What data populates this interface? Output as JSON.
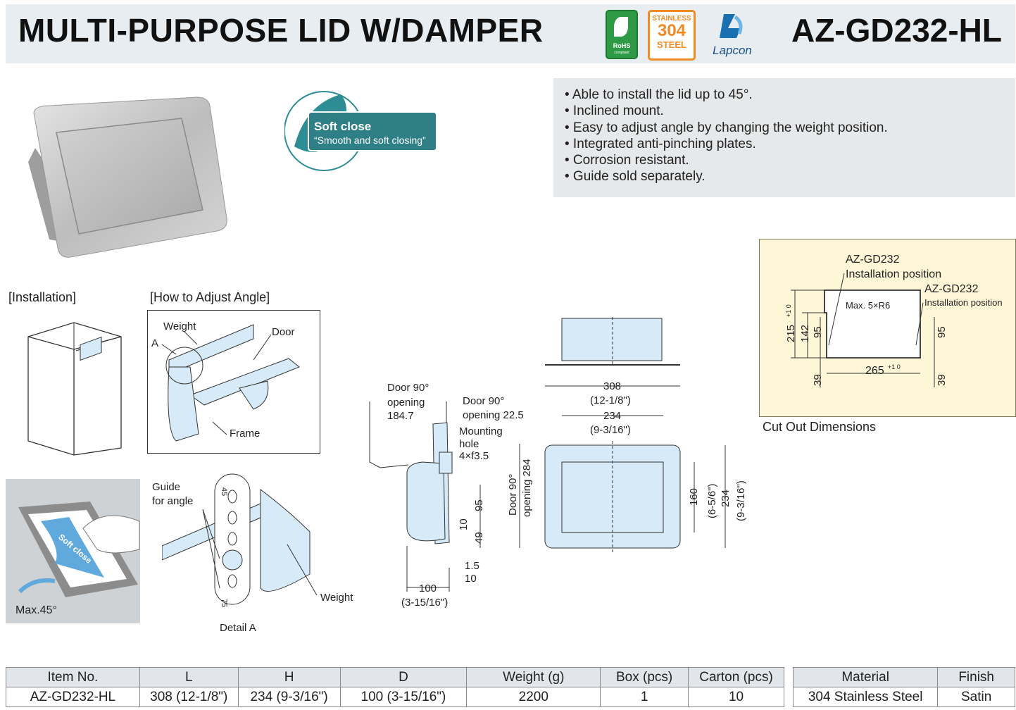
{
  "header": {
    "title": "MULTI-PURPOSE LID W/DAMPER",
    "model": "AZ-GD232-HL",
    "rohs": {
      "main": "RoHS",
      "sub": "compliant"
    },
    "stainless": {
      "top": "STAINLESS",
      "num": "304",
      "bottom": "STEEL"
    },
    "brand": "Lapcon"
  },
  "soft_close": {
    "title": "Soft close",
    "subtitle": "“Smooth and soft closing”"
  },
  "features": [
    "• Able to install the lid up to 45°.",
    "• Inclined mount.",
    "• Easy to adjust angle by changing the weight position.",
    "• Integrated anti-pinching plates.",
    "• Corrosion resistant.",
    "• Guide sold separately."
  ],
  "sections": {
    "installation": "[Installation]",
    "adjust": "[How to Adjust Angle]",
    "cutout": "Cut Out Dimensions",
    "detail": "Detail A"
  },
  "adjust_labels": {
    "weight": "Weight",
    "door": "Door",
    "a": "A",
    "frame": "Frame"
  },
  "detail_labels": {
    "guide1": "Guide",
    "guide2": "for angle",
    "weight": "Weight",
    "n45": "45",
    "n75": "75"
  },
  "photo2": {
    "soft": "Soft close",
    "max": "Max.45°"
  },
  "side_view": {
    "door_open_1": "Door 90°",
    "door_open_2": "opening",
    "door_open_3": "184.7",
    "door_open_b1": "Door 90°",
    "door_open_b2": "opening 22.5",
    "mount1": "Mounting",
    "mount2": "hole",
    "mount3": "4×f3.5",
    "door_v1": "Door 90°",
    "door_v2": "opening 284",
    "d95": "95",
    "d10": "10",
    "d49": "49",
    "d1_5": "1.5",
    "d10b": "10",
    "d100": "100",
    "d100in": "(3-15/16\")"
  },
  "front_view": {
    "w308": "308",
    "w308in": "(12-1/8\")",
    "w234": "234",
    "w234in": "(9-3/16\")",
    "h160": "160",
    "h160in": "(6-5/6\")",
    "h234": "234",
    "h234in": "(9-3/16\")"
  },
  "cutout": {
    "label1a": "AZ-GD232",
    "label1b": "Installation position",
    "label2a": "AZ-GD232",
    "label2b": "Installation position",
    "radius": "Max. 5×R6",
    "d215": "215",
    "d215tol": "+1 0",
    "d142": "142",
    "d95a": "95",
    "d95b": "95",
    "d39a": "39",
    "d39b": "39",
    "d265": "265",
    "d265tol": "+1 0"
  },
  "spec_table": {
    "headers": [
      "Item No.",
      "L",
      "H",
      "D",
      "Weight (g)",
      "Box (pcs)",
      "Carton (pcs)"
    ],
    "row": [
      "AZ-GD232-HL",
      "308 (12-1/8\")",
      "234 (9-3/16\")",
      "100 (3-15/16\")",
      "2200",
      "1",
      "10"
    ]
  },
  "material_table": {
    "headers": [
      "Material",
      "Finish"
    ],
    "row": [
      "304 Stainless Steel",
      "Satin"
    ]
  }
}
